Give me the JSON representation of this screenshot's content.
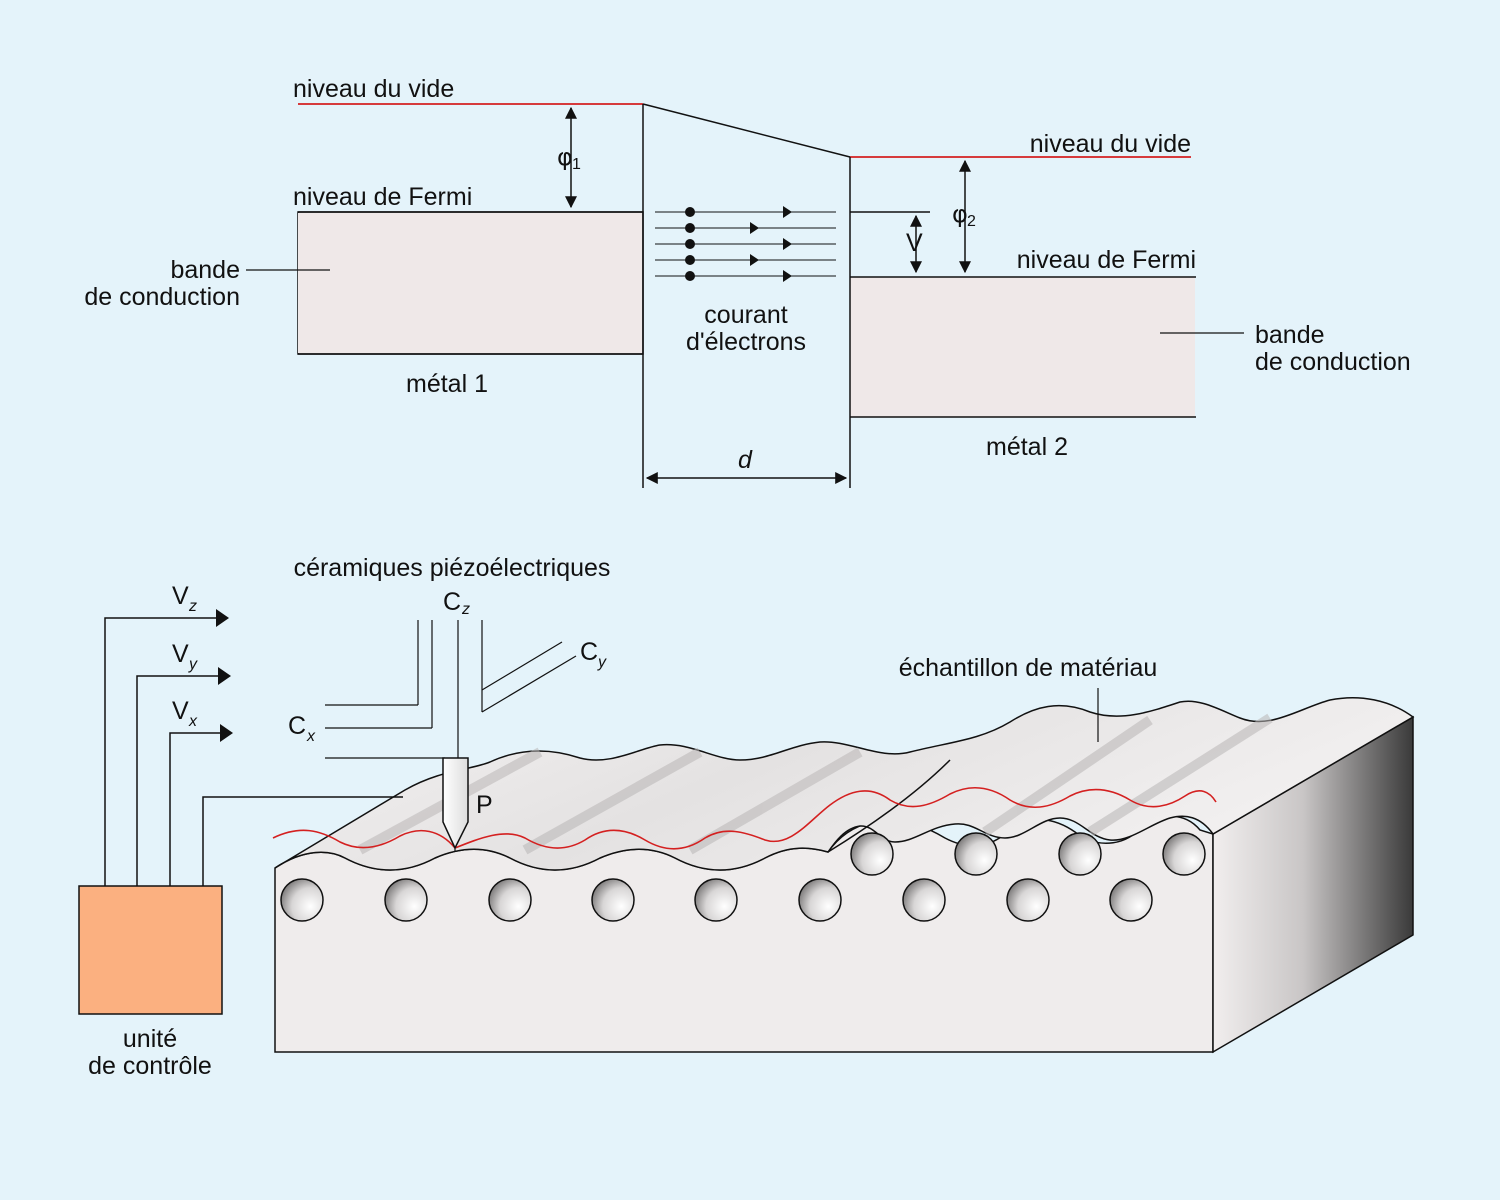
{
  "colors": {
    "background": "#e4f3fa",
    "band_fill": "#efe8e8",
    "vacuum_line": "#d42020",
    "trace_line": "#d42020",
    "control_unit_fill": "#fbb080"
  },
  "energy_diagram": {
    "left_vacuum": "niveau du vide",
    "left_fermi": "niveau de Fermi",
    "left_band": [
      "bande",
      "de conduction"
    ],
    "metal1": "métal 1",
    "phi1": "φ",
    "phi1_sub": "1",
    "right_vacuum": "niveau du vide",
    "right_fermi": "niveau de Fermi",
    "right_band": [
      "bande",
      "de conduction"
    ],
    "metal2": "métal 2",
    "phi2": "φ",
    "phi2_sub": "2",
    "voltage": "V",
    "current": [
      "courant",
      "d'électrons"
    ],
    "gap": "d"
  },
  "microscope": {
    "piezo_title": "céramiques piézoélectriques",
    "cz": "C",
    "cz_sub": "z",
    "cy": "C",
    "cy_sub": "y",
    "cx": "C",
    "cx_sub": "x",
    "vz": "V",
    "vz_sub": "z",
    "vy": "V",
    "vy_sub": "y",
    "vx": "V",
    "vx_sub": "x",
    "tip": "P",
    "sample": "échantillon de matériau",
    "control_unit": [
      "unité",
      "de contrôle"
    ]
  }
}
